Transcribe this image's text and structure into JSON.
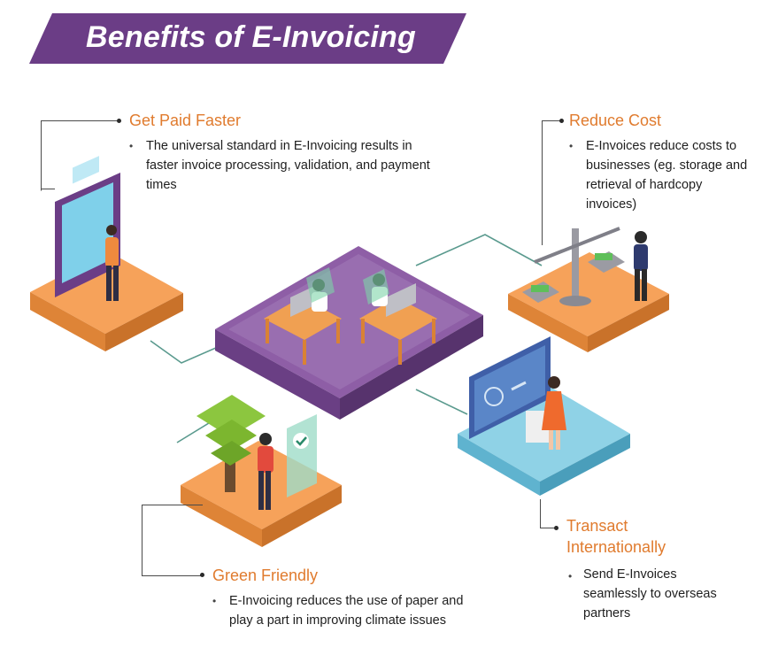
{
  "header": {
    "title": "Benefits of E-Invoicing",
    "banner_color": "#6b3d86"
  },
  "colors": {
    "accent_orange": "#e07b2e",
    "platform_purple": "#8e5ea6",
    "platform_orange": "#f6a25a",
    "platform_blue": "#8fd2e6",
    "connector_teal": "#5a9a8e"
  },
  "benefits": [
    {
      "id": "get-paid-faster",
      "title": "Get Paid Faster",
      "text": "The universal standard in E-Invoicing results in faster invoice processing, validation, and payment times"
    },
    {
      "id": "reduce-cost",
      "title": "Reduce Cost",
      "text": "E-Invoices reduce costs to businesses (eg. storage and retrieval of hardcopy invoices)"
    },
    {
      "id": "green-friendly",
      "title": "Green Friendly",
      "text": "E-Invoicing reduces the use of paper and play a part in improving climate issues"
    },
    {
      "id": "transact-internationally",
      "title_line1": "Transact",
      "title_line2": "Internationally",
      "text": "Send E-Invoices seamlessly to overseas partners"
    }
  ]
}
